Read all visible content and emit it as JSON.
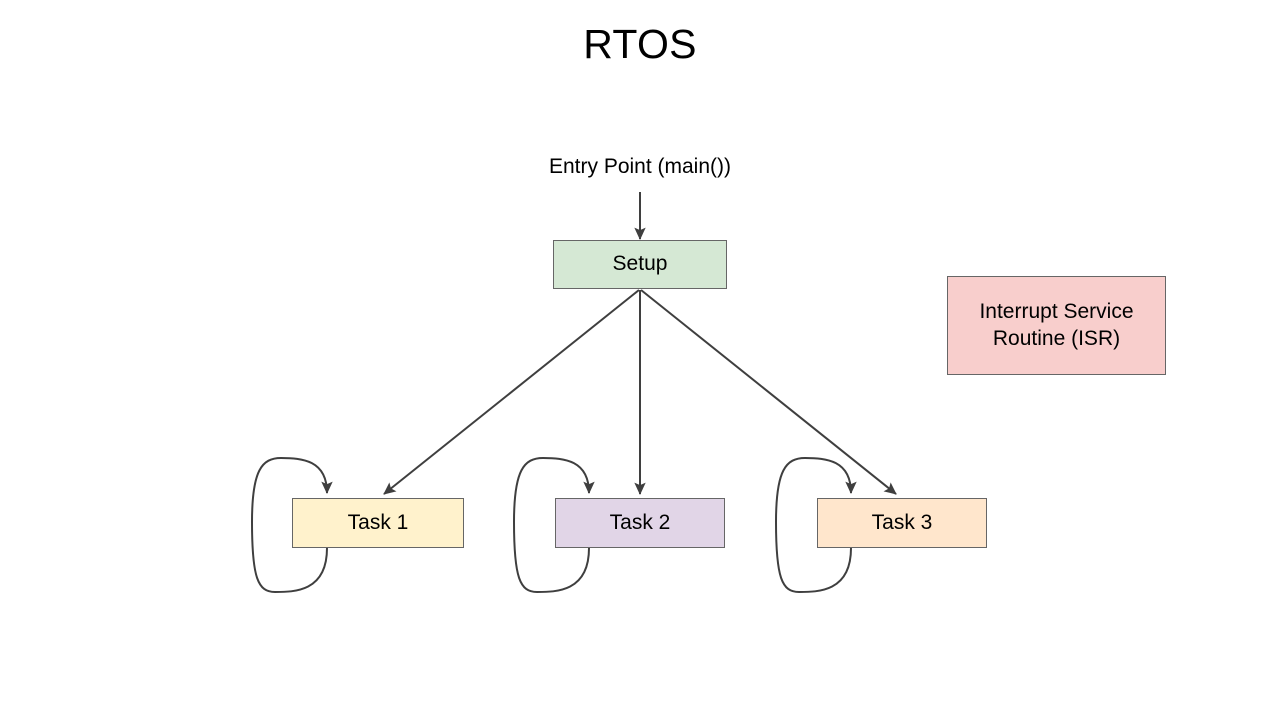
{
  "diagram": {
    "title": "RTOS",
    "entry_label": "Entry Point (main())",
    "nodes": {
      "setup": {
        "label": "Setup",
        "fill": "#d5e8d4",
        "stroke": "#666666"
      },
      "isr": {
        "label": "Interrupt Service Routine (ISR)",
        "fill": "#f8cecc",
        "stroke": "#666666"
      },
      "task1": {
        "label": "Task 1",
        "fill": "#fff2cc",
        "stroke": "#666666"
      },
      "task2": {
        "label": "Task 2",
        "fill": "#e1d5e7",
        "stroke": "#666666"
      },
      "task3": {
        "label": "Task 3",
        "fill": "#ffe6cc",
        "stroke": "#666666"
      }
    },
    "edges": [
      {
        "from": "entry-point",
        "to": "setup",
        "kind": "straight"
      },
      {
        "from": "setup",
        "to": "task1",
        "kind": "straight"
      },
      {
        "from": "setup",
        "to": "task2",
        "kind": "straight"
      },
      {
        "from": "setup",
        "to": "task3",
        "kind": "straight"
      },
      {
        "from": "task1",
        "to": "task1",
        "kind": "self-loop"
      },
      {
        "from": "task2",
        "to": "task2",
        "kind": "self-loop"
      },
      {
        "from": "task3",
        "to": "task3",
        "kind": "self-loop"
      }
    ],
    "edge_color": "#3f3f3f",
    "background": "#ffffff"
  }
}
